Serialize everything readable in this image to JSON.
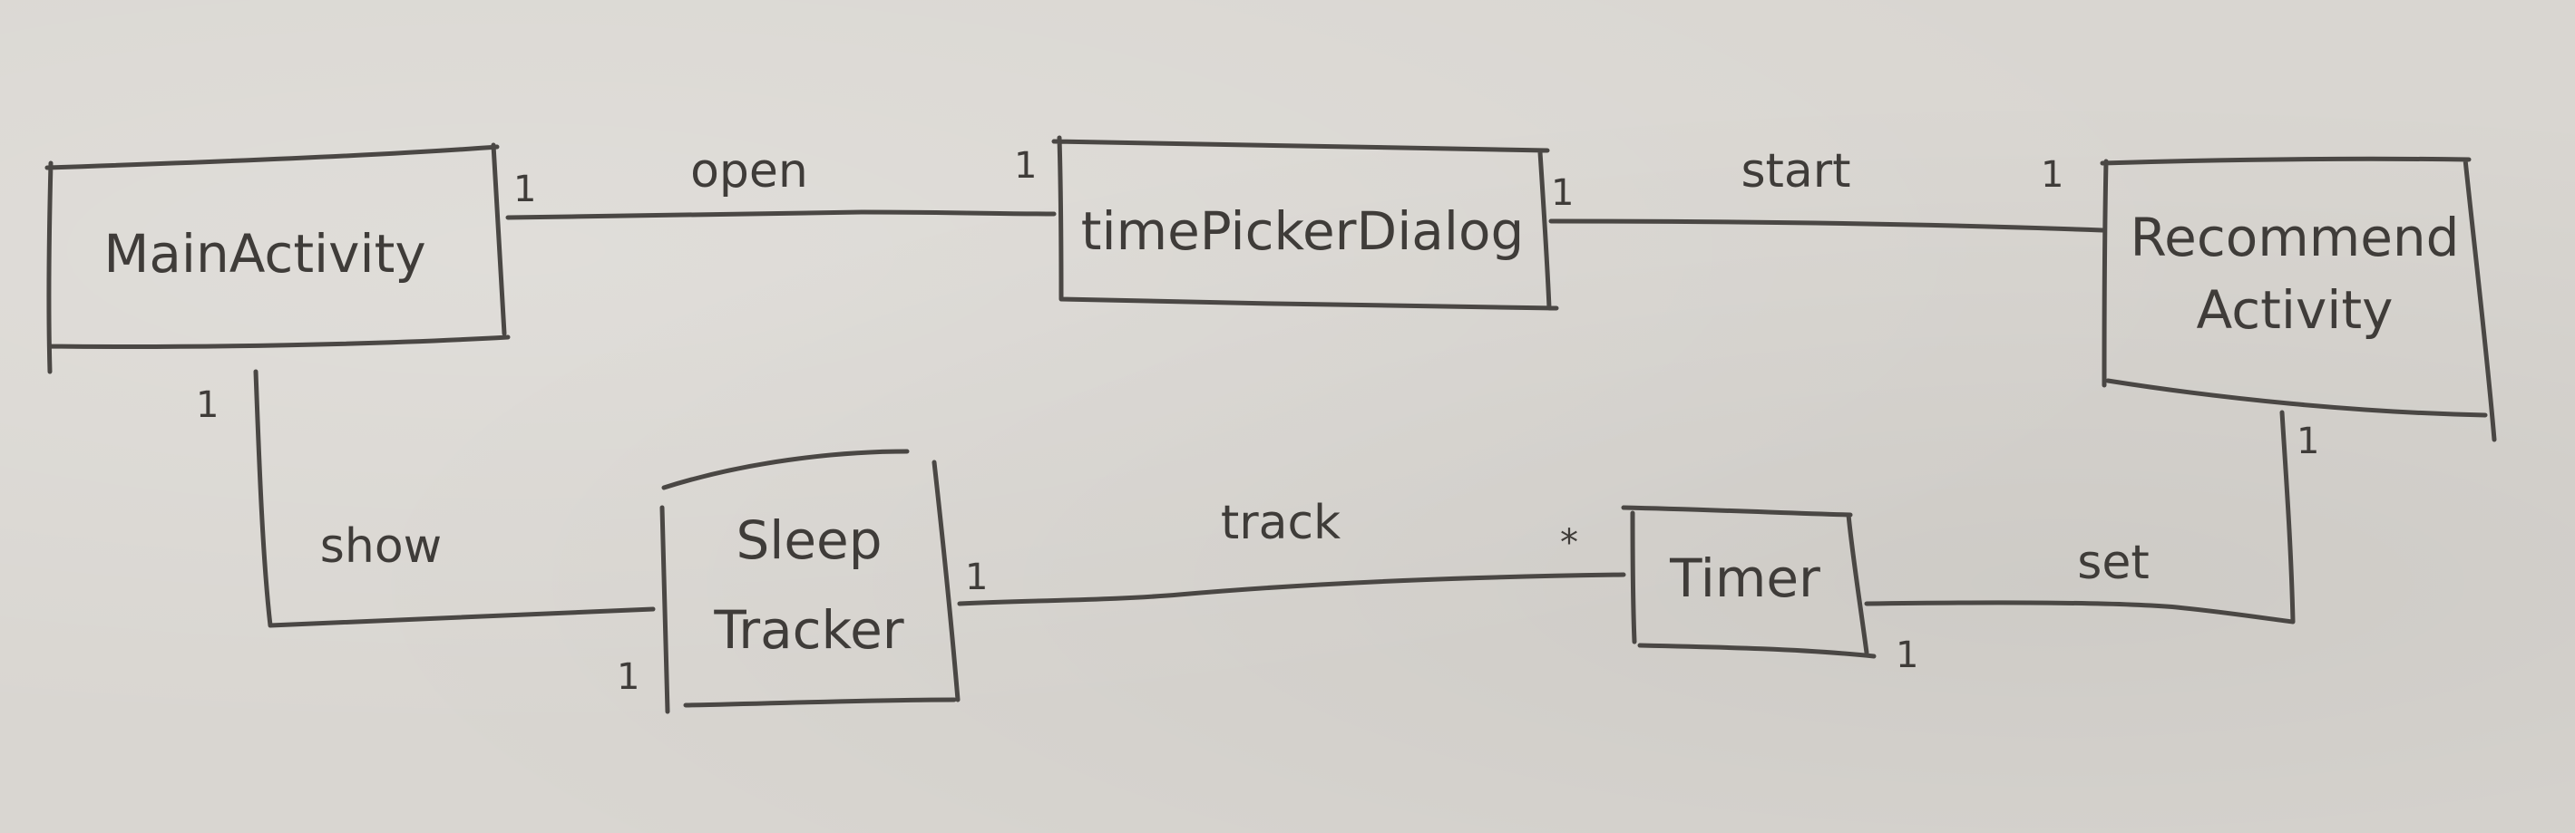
{
  "classes": {
    "main_activity": "MainActivity",
    "time_picker_dialog": "timePickerDialog",
    "recommend_activity": {
      "line1": "Recommend",
      "line2": "Activity"
    },
    "sleep_tracker": {
      "line1": "Sleep",
      "line2": "Tracker"
    },
    "timer": "Timer"
  },
  "associations": {
    "open": {
      "label": "open",
      "from": "main_activity",
      "to": "time_picker_dialog",
      "mult_from": "1",
      "mult_to": "1"
    },
    "start": {
      "label": "start",
      "from": "time_picker_dialog",
      "to": "recommend_activity",
      "mult_from": "1",
      "mult_to": "1"
    },
    "show": {
      "label": "show",
      "from": "main_activity",
      "to": "sleep_tracker",
      "mult_from": "1",
      "mult_to": "1"
    },
    "track": {
      "label": "track",
      "from": "sleep_tracker",
      "to": "timer",
      "mult_from": "1",
      "mult_to": "*"
    },
    "set": {
      "label": "set",
      "from": "recommend_activity",
      "to": "timer",
      "mult_from": "1",
      "mult_to": "1"
    }
  }
}
